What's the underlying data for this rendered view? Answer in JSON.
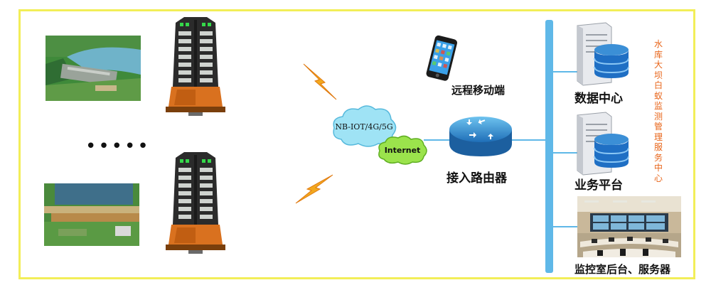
{
  "labels": {
    "mobile": "远程移动端",
    "network": "NB-IOT/4G/5G",
    "internet": "Internet",
    "router": "接入路由器",
    "data_center": "数据中心",
    "business_platform": "业务平台",
    "monitoring_room": "监控室后台、服务器",
    "service_center": "水库大坝白蚁监测管理服务中心"
  },
  "ellipsis": "•••••",
  "colors": {
    "frame": "#f2ee58",
    "bus": "#5fb8e8",
    "service_center_text": "#e8651a",
    "device_base": "#d9711f",
    "device_body": "#2b2b2b",
    "led_green": "#35d84a"
  }
}
